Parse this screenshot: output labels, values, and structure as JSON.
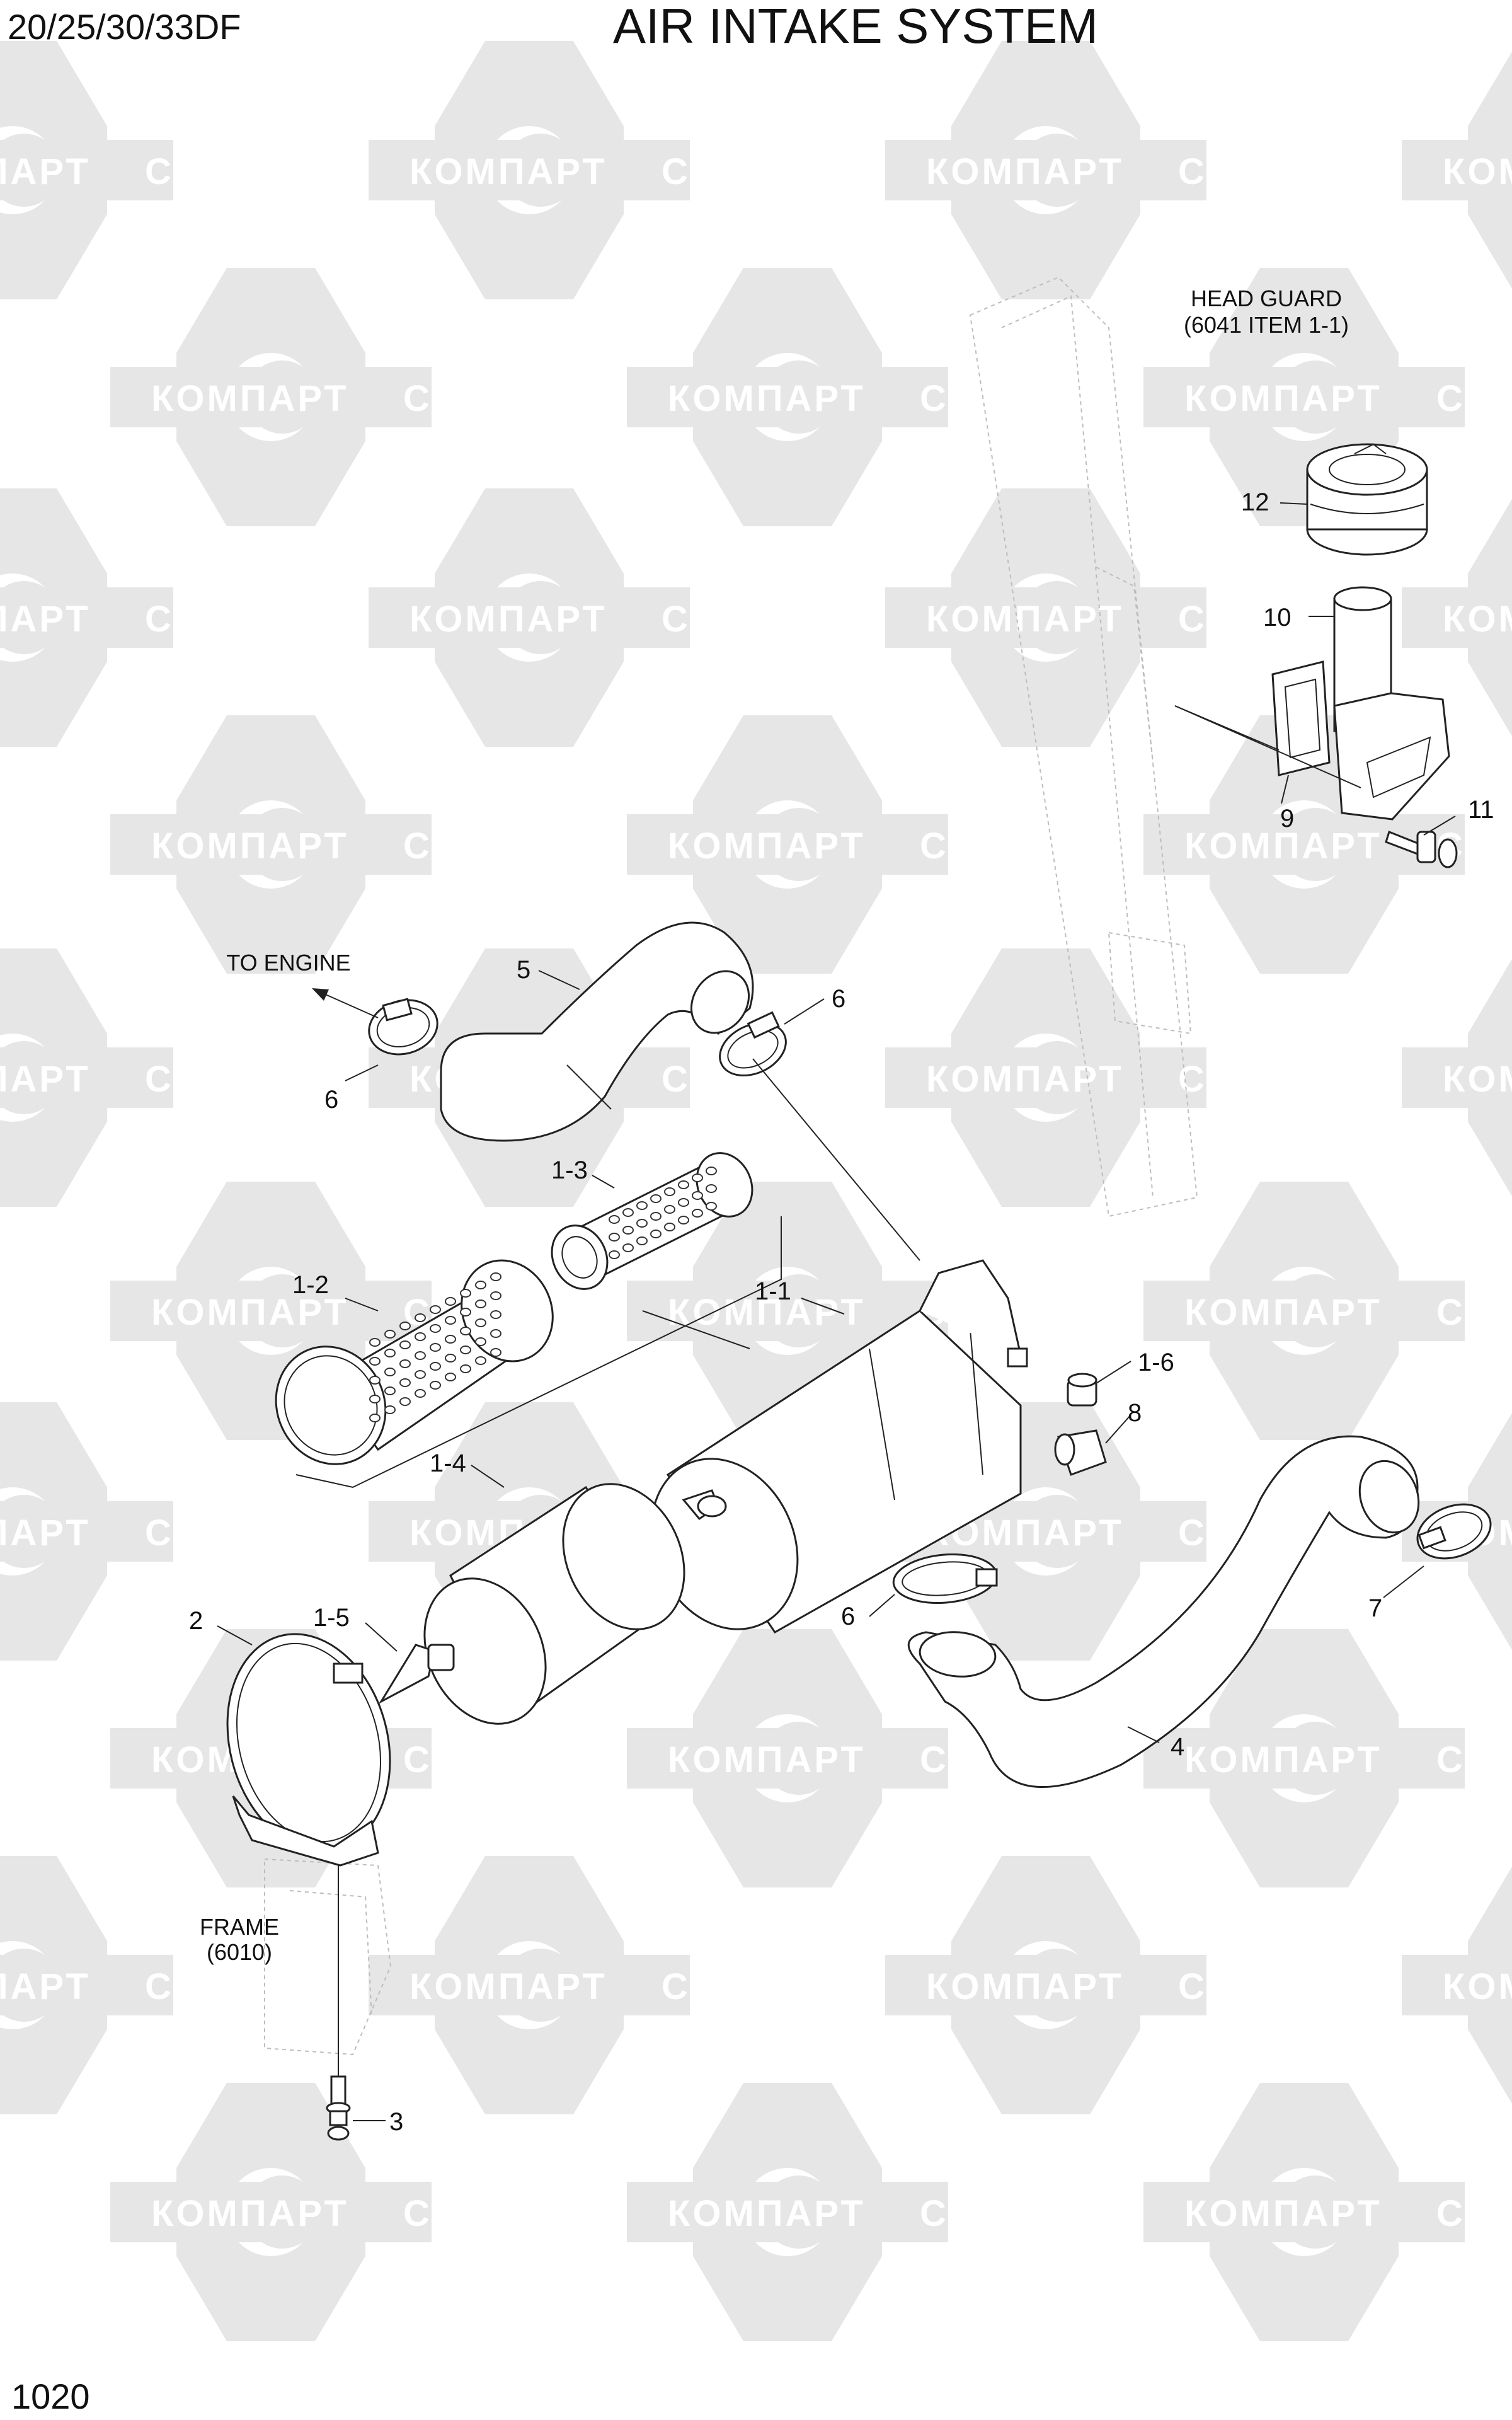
{
  "header": {
    "model": "20/25/30/33DF",
    "title": "AIR INTAKE SYSTEM"
  },
  "footer": {
    "page_number": "1020"
  },
  "watermark": {
    "text_cyrillic": "КОМПАРТ",
    "text_latin": "COMPART",
    "color": "#e6e6e6"
  },
  "notes": {
    "head_guard_line1": "HEAD GUARD",
    "head_guard_line2": "(6041 ITEM 1-1)",
    "to_engine": "TO ENGINE",
    "frame_line1": "FRAME",
    "frame_line2": "(6010)"
  },
  "callouts": {
    "c12": "12",
    "c10": "10",
    "c9": "9",
    "c11": "11",
    "c5": "5",
    "c6_top_right": "6",
    "c6_left": "6",
    "c1_3": "1-3",
    "c1_2": "1-2",
    "c1_1": "1-1",
    "c1_6": "1-6",
    "c8": "8",
    "c1_4": "1-4",
    "c6_bottom": "6",
    "c2": "2",
    "c1_5": "1-5",
    "c7": "7",
    "c4": "4",
    "c3": "3"
  }
}
